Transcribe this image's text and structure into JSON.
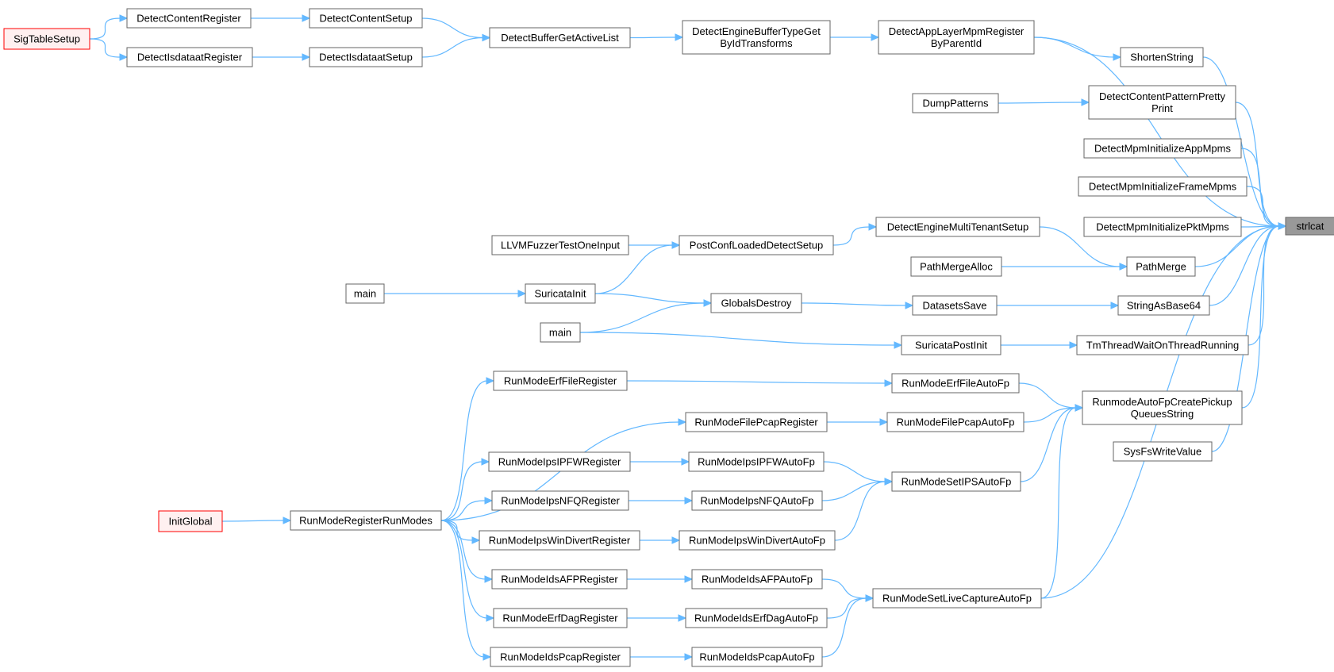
{
  "graph": {
    "edge_color": "#63b8ff",
    "node_border_color": "#666666",
    "root_border_color": "#ff0000",
    "root_fill_color": "#fff0f0",
    "target_fill_color": "#999999",
    "nodes": [
      {
        "id": "strlcat",
        "lines": [
          "strlcat"
        ],
        "kind": "target"
      },
      {
        "id": "SigTableSetup",
        "lines": [
          "SigTableSetup"
        ],
        "kind": "root"
      },
      {
        "id": "DetectContentRegister",
        "lines": [
          "DetectContentRegister"
        ],
        "kind": "normal"
      },
      {
        "id": "DetectIsdataatRegister",
        "lines": [
          "DetectIsdataatRegister"
        ],
        "kind": "normal"
      },
      {
        "id": "DetectContentSetup",
        "lines": [
          "DetectContentSetup"
        ],
        "kind": "normal"
      },
      {
        "id": "DetectIsdataatSetup",
        "lines": [
          "DetectIsdataatSetup"
        ],
        "kind": "normal"
      },
      {
        "id": "DetectBufferGetActiveList",
        "lines": [
          "DetectBufferGetActiveList"
        ],
        "kind": "normal"
      },
      {
        "id": "DetectEngineBufferTypeGetByIdTransforms",
        "lines": [
          "DetectEngineBufferTypeGet",
          "ByIdTransforms"
        ],
        "kind": "normal"
      },
      {
        "id": "DetectAppLayerMpmRegisterByParentId",
        "lines": [
          "DetectAppLayerMpmRegister",
          "ByParentId"
        ],
        "kind": "normal"
      },
      {
        "id": "ShortenString",
        "lines": [
          "ShortenString"
        ],
        "kind": "normal"
      },
      {
        "id": "DumpPatterns",
        "lines": [
          "DumpPatterns"
        ],
        "kind": "normal"
      },
      {
        "id": "DetectContentPatternPrettyPrint",
        "lines": [
          "DetectContentPatternPretty",
          "Print"
        ],
        "kind": "normal"
      },
      {
        "id": "DetectMpmInitializeAppMpms",
        "lines": [
          "DetectMpmInitializeAppMpms"
        ],
        "kind": "normal"
      },
      {
        "id": "DetectMpmInitializeFrameMpms",
        "lines": [
          "DetectMpmInitializeFrameMpms"
        ],
        "kind": "normal"
      },
      {
        "id": "DetectMpmInitializePktMpms",
        "lines": [
          "DetectMpmInitializePktMpms"
        ],
        "kind": "normal"
      },
      {
        "id": "LLVMFuzzerTestOneInput",
        "lines": [
          "LLVMFuzzerTestOneInput"
        ],
        "kind": "normal"
      },
      {
        "id": "PostConfLoadedDetectSetup",
        "lines": [
          "PostConfLoadedDetectSetup"
        ],
        "kind": "normal"
      },
      {
        "id": "DetectEngineMultiTenantSetup",
        "lines": [
          "DetectEngineMultiTenantSetup"
        ],
        "kind": "normal"
      },
      {
        "id": "PathMergeAlloc",
        "lines": [
          "PathMergeAlloc"
        ],
        "kind": "normal"
      },
      {
        "id": "PathMerge",
        "lines": [
          "PathMerge"
        ],
        "kind": "normal"
      },
      {
        "id": "main1",
        "lines": [
          "main"
        ],
        "kind": "normal"
      },
      {
        "id": "SuricataInit",
        "lines": [
          "SuricataInit"
        ],
        "kind": "normal"
      },
      {
        "id": "GlobalsDestroy",
        "lines": [
          "GlobalsDestroy"
        ],
        "kind": "normal"
      },
      {
        "id": "DatasetsSave",
        "lines": [
          "DatasetsSave"
        ],
        "kind": "normal"
      },
      {
        "id": "StringAsBase64",
        "lines": [
          "StringAsBase64"
        ],
        "kind": "normal"
      },
      {
        "id": "main2",
        "lines": [
          "main"
        ],
        "kind": "normal"
      },
      {
        "id": "SuricataPostInit",
        "lines": [
          "SuricataPostInit"
        ],
        "kind": "normal"
      },
      {
        "id": "TmThreadWaitOnThreadRunning",
        "lines": [
          "TmThreadWaitOnThreadRunning"
        ],
        "kind": "normal"
      },
      {
        "id": "RunModeErfFileRegister",
        "lines": [
          "RunModeErfFileRegister"
        ],
        "kind": "normal"
      },
      {
        "id": "RunModeErfFileAutoFp",
        "lines": [
          "RunModeErfFileAutoFp"
        ],
        "kind": "normal"
      },
      {
        "id": "RunmodeAutoFpCreatePickupQueuesString",
        "lines": [
          "RunmodeAutoFpCreatePickup",
          "QueuesString"
        ],
        "kind": "normal"
      },
      {
        "id": "RunModeFilePcapRegister",
        "lines": [
          "RunModeFilePcapRegister"
        ],
        "kind": "normal"
      },
      {
        "id": "RunModeFilePcapAutoFp",
        "lines": [
          "RunModeFilePcapAutoFp"
        ],
        "kind": "normal"
      },
      {
        "id": "SysFsWriteValue",
        "lines": [
          "SysFsWriteValue"
        ],
        "kind": "normal"
      },
      {
        "id": "RunModeIpsIPFWRegister",
        "lines": [
          "RunModeIpsIPFWRegister"
        ],
        "kind": "normal"
      },
      {
        "id": "RunModeIpsIPFWAutoFp",
        "lines": [
          "RunModeIpsIPFWAutoFp"
        ],
        "kind": "normal"
      },
      {
        "id": "RunModeSetIPSAutoFp",
        "lines": [
          "RunModeSetIPSAutoFp"
        ],
        "kind": "normal"
      },
      {
        "id": "RunModeIpsNFQRegister",
        "lines": [
          "RunModeIpsNFQRegister"
        ],
        "kind": "normal"
      },
      {
        "id": "RunModeIpsNFQAutoFp",
        "lines": [
          "RunModeIpsNFQAutoFp"
        ],
        "kind": "normal"
      },
      {
        "id": "InitGlobal",
        "lines": [
          "InitGlobal"
        ],
        "kind": "root"
      },
      {
        "id": "RunModeRegisterRunModes",
        "lines": [
          "RunModeRegisterRunModes"
        ],
        "kind": "normal"
      },
      {
        "id": "RunModeIpsWinDivertRegister",
        "lines": [
          "RunModeIpsWinDivertRegister"
        ],
        "kind": "normal"
      },
      {
        "id": "RunModeIpsWinDivertAutoFp",
        "lines": [
          "RunModeIpsWinDivertAutoFp"
        ],
        "kind": "normal"
      },
      {
        "id": "RunModeIdsAFPRegister",
        "lines": [
          "RunModeIdsAFPRegister"
        ],
        "kind": "normal"
      },
      {
        "id": "RunModeIdsAFPAutoFp",
        "lines": [
          "RunModeIdsAFPAutoFp"
        ],
        "kind": "normal"
      },
      {
        "id": "RunModeSetLiveCaptureAutoFp",
        "lines": [
          "RunModeSetLiveCaptureAutoFp"
        ],
        "kind": "normal"
      },
      {
        "id": "RunModeErfDagRegister",
        "lines": [
          "RunModeErfDagRegister"
        ],
        "kind": "normal"
      },
      {
        "id": "RunModeIdsErfDagAutoFp",
        "lines": [
          "RunModeIdsErfDagAutoFp"
        ],
        "kind": "normal"
      },
      {
        "id": "RunModeIdsPcapRegister",
        "lines": [
          "RunModeIdsPcapRegister"
        ],
        "kind": "normal"
      },
      {
        "id": "RunModeIdsPcapAutoFp",
        "lines": [
          "RunModeIdsPcapAutoFp"
        ],
        "kind": "normal"
      }
    ],
    "edges": [
      [
        "SigTableSetup",
        "DetectContentRegister"
      ],
      [
        "SigTableSetup",
        "DetectIsdataatRegister"
      ],
      [
        "DetectContentRegister",
        "DetectContentSetup"
      ],
      [
        "DetectIsdataatRegister",
        "DetectIsdataatSetup"
      ],
      [
        "DetectContentSetup",
        "DetectBufferGetActiveList"
      ],
      [
        "DetectIsdataatSetup",
        "DetectBufferGetActiveList"
      ],
      [
        "DetectBufferGetActiveList",
        "DetectEngineBufferTypeGetByIdTransforms"
      ],
      [
        "DetectEngineBufferTypeGetByIdTransforms",
        "DetectAppLayerMpmRegisterByParentId"
      ],
      [
        "DetectAppLayerMpmRegisterByParentId",
        "ShortenString"
      ],
      [
        "DetectAppLayerMpmRegisterByParentId",
        "strlcat"
      ],
      [
        "ShortenString",
        "strlcat"
      ],
      [
        "DumpPatterns",
        "DetectContentPatternPrettyPrint"
      ],
      [
        "DetectContentPatternPrettyPrint",
        "strlcat"
      ],
      [
        "DetectMpmInitializeAppMpms",
        "strlcat"
      ],
      [
        "DetectMpmInitializeFrameMpms",
        "strlcat"
      ],
      [
        "DetectMpmInitializePktMpms",
        "strlcat"
      ],
      [
        "LLVMFuzzerTestOneInput",
        "PostConfLoadedDetectSetup"
      ],
      [
        "PostConfLoadedDetectSetup",
        "DetectEngineMultiTenantSetup"
      ],
      [
        "DetectEngineMultiTenantSetup",
        "PathMerge"
      ],
      [
        "PathMergeAlloc",
        "PathMerge"
      ],
      [
        "PathMerge",
        "strlcat"
      ],
      [
        "main1",
        "SuricataInit"
      ],
      [
        "SuricataInit",
        "PostConfLoadedDetectSetup"
      ],
      [
        "SuricataInit",
        "GlobalsDestroy"
      ],
      [
        "main2",
        "GlobalsDestroy"
      ],
      [
        "main2",
        "SuricataPostInit"
      ],
      [
        "GlobalsDestroy",
        "DatasetsSave"
      ],
      [
        "DatasetsSave",
        "StringAsBase64"
      ],
      [
        "StringAsBase64",
        "strlcat"
      ],
      [
        "SuricataPostInit",
        "TmThreadWaitOnThreadRunning"
      ],
      [
        "TmThreadWaitOnThreadRunning",
        "strlcat"
      ],
      [
        "RunmodeAutoFpCreatePickupQueuesString",
        "strlcat"
      ],
      [
        "SysFsWriteValue",
        "strlcat"
      ],
      [
        "RunModeSetLiveCaptureAutoFp",
        "strlcat"
      ],
      [
        "RunModeErfFileRegister",
        "RunModeErfFileAutoFp"
      ],
      [
        "RunModeErfFileAutoFp",
        "RunmodeAutoFpCreatePickupQueuesString"
      ],
      [
        "RunModeFilePcapRegister",
        "RunModeFilePcapAutoFp"
      ],
      [
        "RunModeFilePcapAutoFp",
        "RunmodeAutoFpCreatePickupQueuesString"
      ],
      [
        "RunModeSetIPSAutoFp",
        "RunmodeAutoFpCreatePickupQueuesString"
      ],
      [
        "RunModeSetLiveCaptureAutoFp",
        "RunmodeAutoFpCreatePickupQueuesString"
      ],
      [
        "RunModeIpsIPFWRegister",
        "RunModeIpsIPFWAutoFp"
      ],
      [
        "RunModeIpsIPFWAutoFp",
        "RunModeSetIPSAutoFp"
      ],
      [
        "RunModeIpsNFQRegister",
        "RunModeIpsNFQAutoFp"
      ],
      [
        "RunModeIpsNFQAutoFp",
        "RunModeSetIPSAutoFp"
      ],
      [
        "RunModeIpsWinDivertAutoFp",
        "RunModeSetIPSAutoFp"
      ],
      [
        "RunModeIpsWinDivertRegister",
        "RunModeIpsWinDivertAutoFp"
      ],
      [
        "InitGlobal",
        "RunModeRegisterRunModes"
      ],
      [
        "RunModeRegisterRunModes",
        "RunModeErfFileRegister"
      ],
      [
        "RunModeRegisterRunModes",
        "RunModeFilePcapRegister"
      ],
      [
        "RunModeRegisterRunModes",
        "RunModeIpsIPFWRegister"
      ],
      [
        "RunModeRegisterRunModes",
        "RunModeIpsNFQRegister"
      ],
      [
        "RunModeRegisterRunModes",
        "RunModeIpsWinDivertRegister"
      ],
      [
        "RunModeRegisterRunModes",
        "RunModeIdsAFPRegister"
      ],
      [
        "RunModeRegisterRunModes",
        "RunModeErfDagRegister"
      ],
      [
        "RunModeRegisterRunModes",
        "RunModeIdsPcapRegister"
      ],
      [
        "RunModeIdsAFPRegister",
        "RunModeIdsAFPAutoFp"
      ],
      [
        "RunModeIdsAFPAutoFp",
        "RunModeSetLiveCaptureAutoFp"
      ],
      [
        "RunModeErfDagRegister",
        "RunModeIdsErfDagAutoFp"
      ],
      [
        "RunModeIdsErfDagAutoFp",
        "RunModeSetLiveCaptureAutoFp"
      ],
      [
        "RunModeIdsPcapRegister",
        "RunModeIdsPcapAutoFp"
      ],
      [
        "RunModeIdsPcapAutoFp",
        "RunModeSetLiveCaptureAutoFp"
      ]
    ]
  }
}
